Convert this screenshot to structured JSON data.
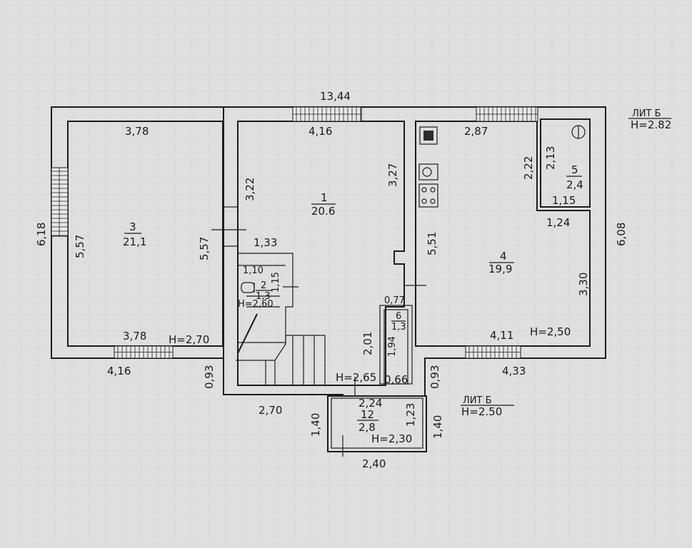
{
  "overall": {
    "top_width": "13,44",
    "left_height": "6,18",
    "right_height": "6,08",
    "bottom_left": "4,16",
    "bottom_right": "4,33",
    "step_left": "0,93",
    "step_right": "0,93",
    "bottom_middle": "2,70",
    "lit_top": "ЛИТ Б",
    "h_top": "Н=2.82",
    "lit_bottom": "ЛИТ Б",
    "h_bottom": "Н=2.50"
  },
  "rooms": {
    "room3": {
      "number": "3",
      "area": "21,1",
      "width_top": "3,78",
      "width_bottom": "3,78",
      "height_left": "5,57",
      "height_right": "5,57",
      "ceiling": "Н=2,70"
    },
    "room1": {
      "number": "1",
      "area": "20.6",
      "width_top": "4,16",
      "dim_a": "3,22",
      "dim_b": "3,27",
      "dim_c": "1,33",
      "ceiling": "Н=2,65"
    },
    "room2": {
      "number": "2",
      "area": "1,3",
      "width": "1,10",
      "depth": "1,15",
      "ceiling": "Н=2,60"
    },
    "room4": {
      "number": "4",
      "area": "19,9",
      "width_top": "2,87",
      "width_bottom": "4,11",
      "height_left": "5,51",
      "height_right": "3,30",
      "dim_small": "1,24",
      "ceiling": "Н=2,50"
    },
    "room5": {
      "number": "5",
      "area": "2,4",
      "dim_a": "2,22",
      "dim_b": "2,13",
      "width": "1,15"
    },
    "room6": {
      "number": "6",
      "area": "1,3",
      "width_top": "0,77",
      "height": "1,94",
      "dim_side": "2,01",
      "width_bottom": "0,66"
    },
    "room12": {
      "number": "12",
      "area": "2,8",
      "width_top": "2,24",
      "height_left": "1,40",
      "height_inner": "1,23",
      "height_right": "1,40",
      "width_bottom": "2,40",
      "ceiling": "Н=2,30"
    }
  }
}
